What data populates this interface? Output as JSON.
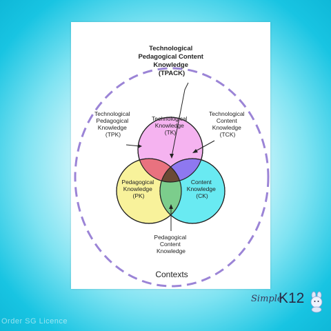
{
  "diagram": {
    "tpack": [
      "Technological",
      "Pedagogical Content",
      "Knowledge",
      "(TPACK)"
    ],
    "tpk": [
      "Technological",
      "Pedagogical",
      "Knowledge",
      "(TPK)"
    ],
    "tck": [
      "Technological",
      "Content",
      "Knowledge",
      "(TCK)"
    ],
    "tk": [
      "Technological",
      "Knowledge",
      "(TK)"
    ],
    "pk": [
      "Pedagogical",
      "Knowledge",
      "(PK)"
    ],
    "ck": [
      "Content",
      "Knowledge",
      "(CK)"
    ],
    "pck": [
      "Pedagogical",
      "Content",
      "Knowledge"
    ],
    "contexts": "Contexts"
  },
  "colors": {
    "tk_circle": "#f5b3f0",
    "pk_circle": "#f7f08a",
    "ck_circle": "#4fe6f0",
    "dashed_border": "#9b84d6",
    "background": "#19c4e2"
  },
  "branding": {
    "logo_simple": "Simple",
    "logo_k12": "K12",
    "watermark": "Order SG Licence"
  }
}
